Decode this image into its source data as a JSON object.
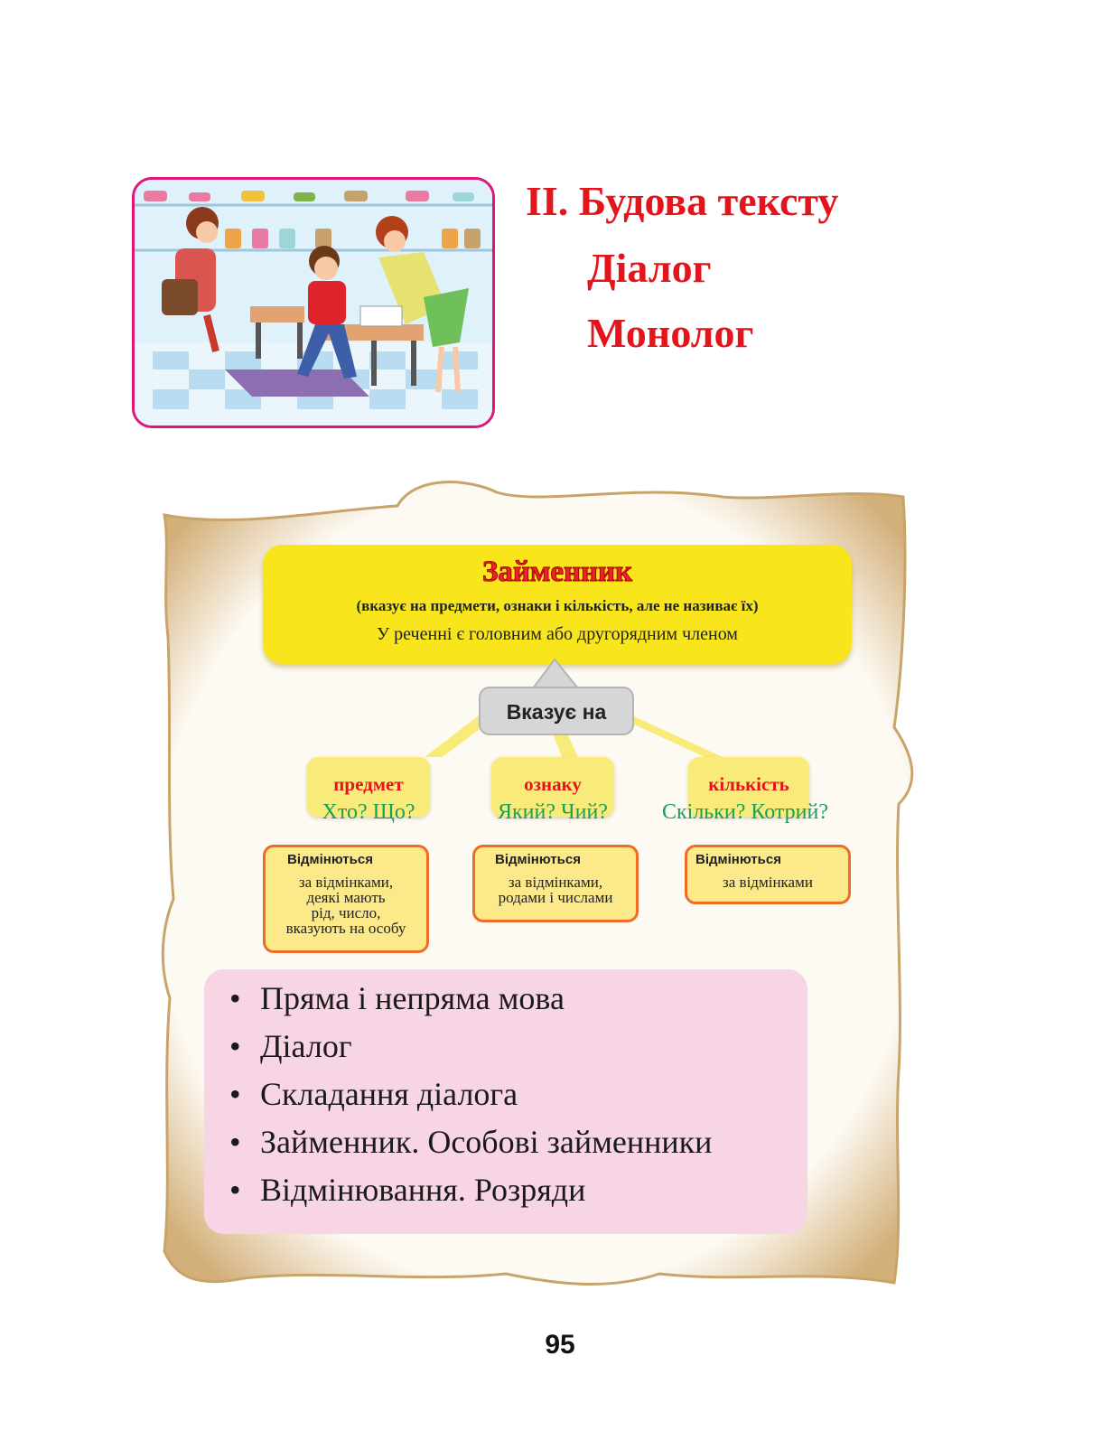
{
  "header": {
    "title_line1": "ІІ. Будова тексту",
    "title_line2": "Діалог",
    "title_line3": "Монолог"
  },
  "illustration": {
    "subject": "shoe-store-scene-icon"
  },
  "pronoun": {
    "title": "Займенник",
    "description": "(вказує на предмети, ознаки і кількість, але не називає їх)",
    "role": "У реченні є головним або другорядним членом",
    "indicates": "Вказує на",
    "categories": [
      {
        "name": "предмет",
        "questions": "Хто? Що?",
        "declension_head": "Відмінються",
        "declension": [
          "за відмінками,",
          "деякі мають",
          "рід, число,",
          "вказують на особу"
        ]
      },
      {
        "name": "ознаку",
        "questions": "Який? Чий?",
        "declension_head": "Відмінються",
        "declension": [
          "за відмінками,",
          "родами і числами"
        ]
      },
      {
        "name": "кількість",
        "questions": "Скільки? Котрий?",
        "declension_head": "Відмінються",
        "declension": [
          "за відмінками"
        ]
      }
    ]
  },
  "topics": [
    "Пряма і непряма мова",
    "Діалог",
    "Складання діалога",
    "Займенник. Особові займенники",
    "Відмінювання. Розряди"
  ],
  "bullet": "•",
  "page_number": "95",
  "colors": {
    "title_red": "#e3141b",
    "yellow": "#f9e51c",
    "pink": "#f8d5e5",
    "green": "#17a05a",
    "orange_border": "#ef6b28",
    "frame_magenta": "#e0147a"
  }
}
